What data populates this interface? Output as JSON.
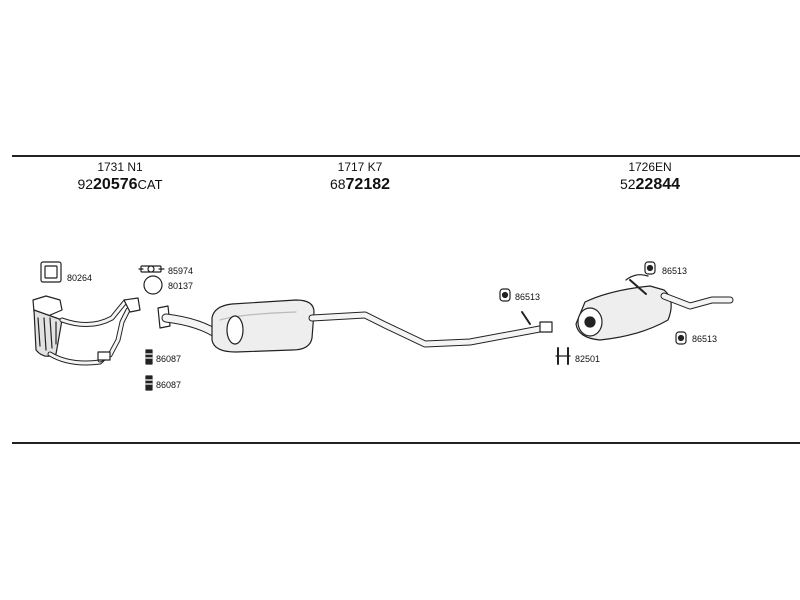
{
  "headers": [
    {
      "oem": "1731 N1",
      "prefix": "92",
      "main": "20576",
      "suffix": "CAT"
    },
    {
      "oem": "1717 K7",
      "prefix": "68",
      "main": "72182",
      "suffix": ""
    },
    {
      "oem": "1726EN",
      "prefix": "52",
      "main": "22844",
      "suffix": ""
    }
  ],
  "parts": {
    "gasket_cat": "80264",
    "clamp_front": "85974",
    "ring_front": "80137",
    "bolt_1": "86087",
    "bolt_2": "86087",
    "hanger_mid": "86513",
    "clamp_rear": "82501",
    "hanger_rear_top": "86513",
    "hanger_rear_bottom": "86513"
  },
  "colors": {
    "line": "#222222",
    "fill": "#f4f4f4",
    "shade": "#d8d8d8"
  }
}
